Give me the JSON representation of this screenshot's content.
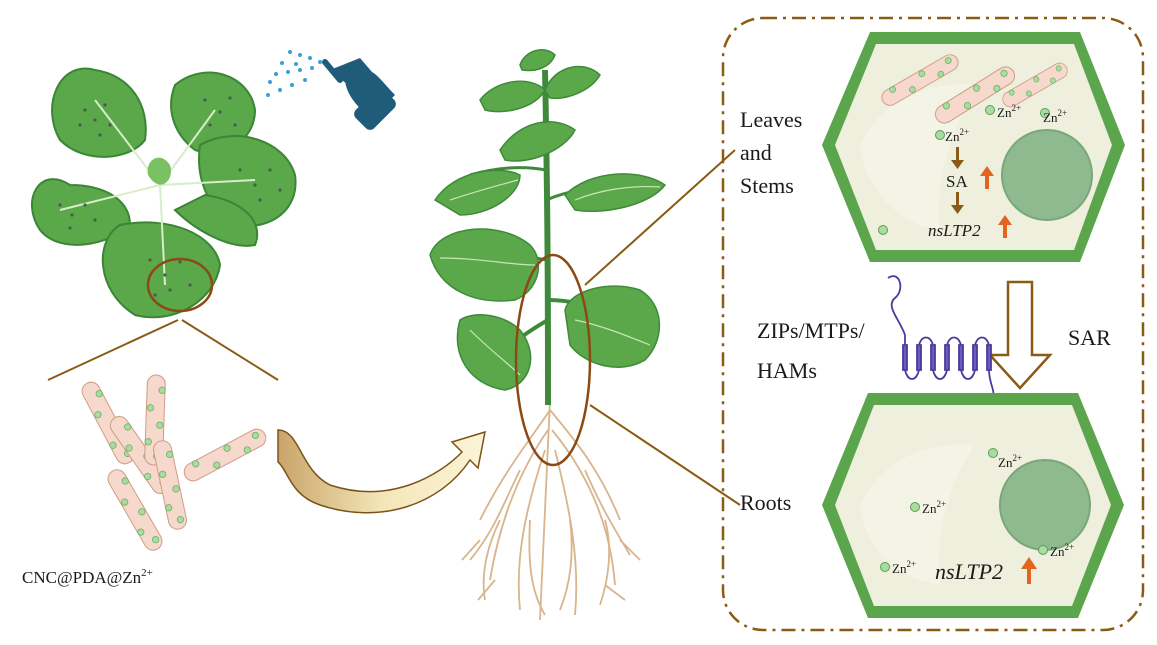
{
  "labels": {
    "nanoparticle": "CNC@PDA@Zn",
    "nanoparticle_sup": "2+",
    "leaves_line1": "Leaves",
    "leaves_line2": "and",
    "leaves_line3": "Stems",
    "roots": "Roots",
    "transporters_line1": "ZIPs/MTPs/",
    "transporters_line2": "HAMs",
    "sar": "SAR",
    "sa": "SA",
    "gene": "nsLTP2",
    "zn": "Zn",
    "zn_sup": "2+"
  },
  "colors": {
    "leaf": "#5aa84a",
    "leaf_dark": "#3f8a3a",
    "cell_wall": "#5ba54c",
    "cytoplasm": "#eeefdc",
    "nucleus": "#8fb98f",
    "rod": "#f6d9cc",
    "particle": "#a8dca0",
    "brown": "#8b5a14",
    "up_arrow": "#e3641c",
    "sprayer": "#1f5c7a",
    "spray": "#3aa0d8",
    "transporter": "#4a3c9a",
    "root": "#d8b58c"
  },
  "icons": [
    "spray-bottle-icon",
    "up-arrow-icon",
    "down-arrow-icon",
    "transmembrane-protein-icon"
  ]
}
